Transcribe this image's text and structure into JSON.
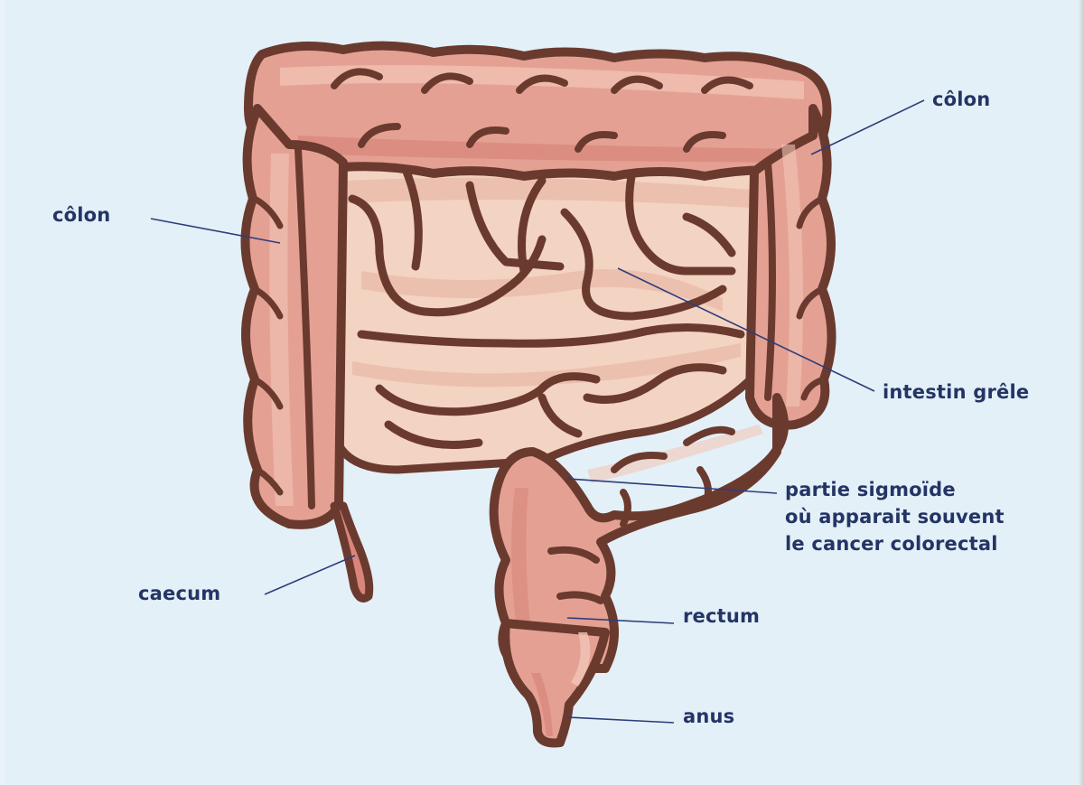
{
  "diagram": {
    "subject": "large and small intestine anatomy",
    "background_color": "#e3f0f7",
    "label_color": "#253466",
    "leader_line_color": "#2e3d7a",
    "colors": {
      "outline": "#6b3a2f",
      "colon_fill": "#e4a193",
      "colon_shadow": "#d9857a",
      "colon_highlight": "#f2c6b8",
      "small_intestine_fill": "#f3d3c2",
      "small_intestine_shadow": "#e8b4a0"
    },
    "labels": [
      {
        "id": "colon-left",
        "text": "côlon"
      },
      {
        "id": "colon-right",
        "text": "côlon"
      },
      {
        "id": "small-intestine",
        "text": "intestin grêle"
      },
      {
        "id": "sigmoid",
        "text": "partie sigmoïde\noù apparait souvent\nle cancer colorectal"
      },
      {
        "id": "caecum",
        "text": "caecum"
      },
      {
        "id": "rectum",
        "text": "rectum"
      },
      {
        "id": "anus",
        "text": "anus"
      }
    ]
  }
}
